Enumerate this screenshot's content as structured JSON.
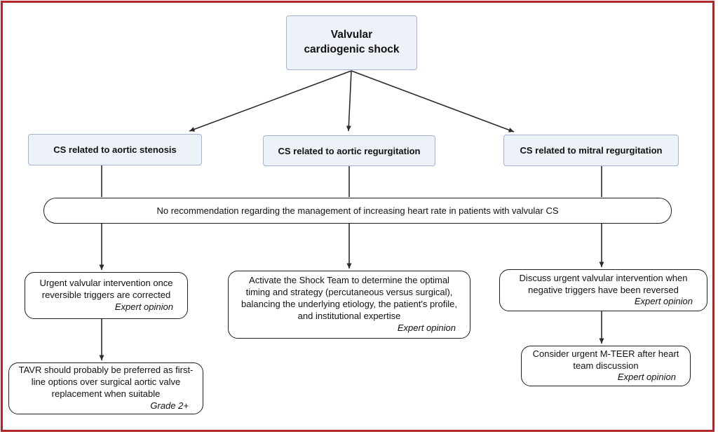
{
  "root": {
    "label": "Valvular\ncardiogenic shock"
  },
  "branches": [
    {
      "label": "CS related to aortic stenosis"
    },
    {
      "label": "CS related to aortic regurgitation"
    },
    {
      "label": "CS related to mitral regurgitation"
    }
  ],
  "banner": {
    "text": "No recommendation regarding the management of increasing heart rate in patients with valvular CS"
  },
  "recommendations": {
    "aortic_stenosis_1": {
      "text": "Urgent valvular intervention once reversible triggers are corrected",
      "grade": "Expert opinion"
    },
    "aortic_stenosis_2": {
      "text": "TAVR should probably be preferred as first-line options over surgical aortic valve replacement when suitable",
      "grade": "Grade 2+"
    },
    "aortic_regurgitation_1": {
      "text": "Activate the Shock Team to determine the optimal timing and strategy (percutaneous versus surgical), balancing the underlying etiology, the patient's profile, and institutional expertise",
      "grade": "Expert opinion"
    },
    "mitral_regurgitation_1": {
      "text": "Discuss urgent valvular intervention when negative triggers have been reversed",
      "grade": "Expert opinion"
    },
    "mitral_regurgitation_2": {
      "text": "Consider urgent M-TEER after heart team discussion",
      "grade": "Expert opinion"
    }
  },
  "colors": {
    "frame_border": "#b3262c",
    "node_fill": "#edf1f8",
    "node_border": "#a3b2d0",
    "box_border": "#1f1f1f",
    "arrow": "#2b2b2b",
    "text": "#111111"
  }
}
